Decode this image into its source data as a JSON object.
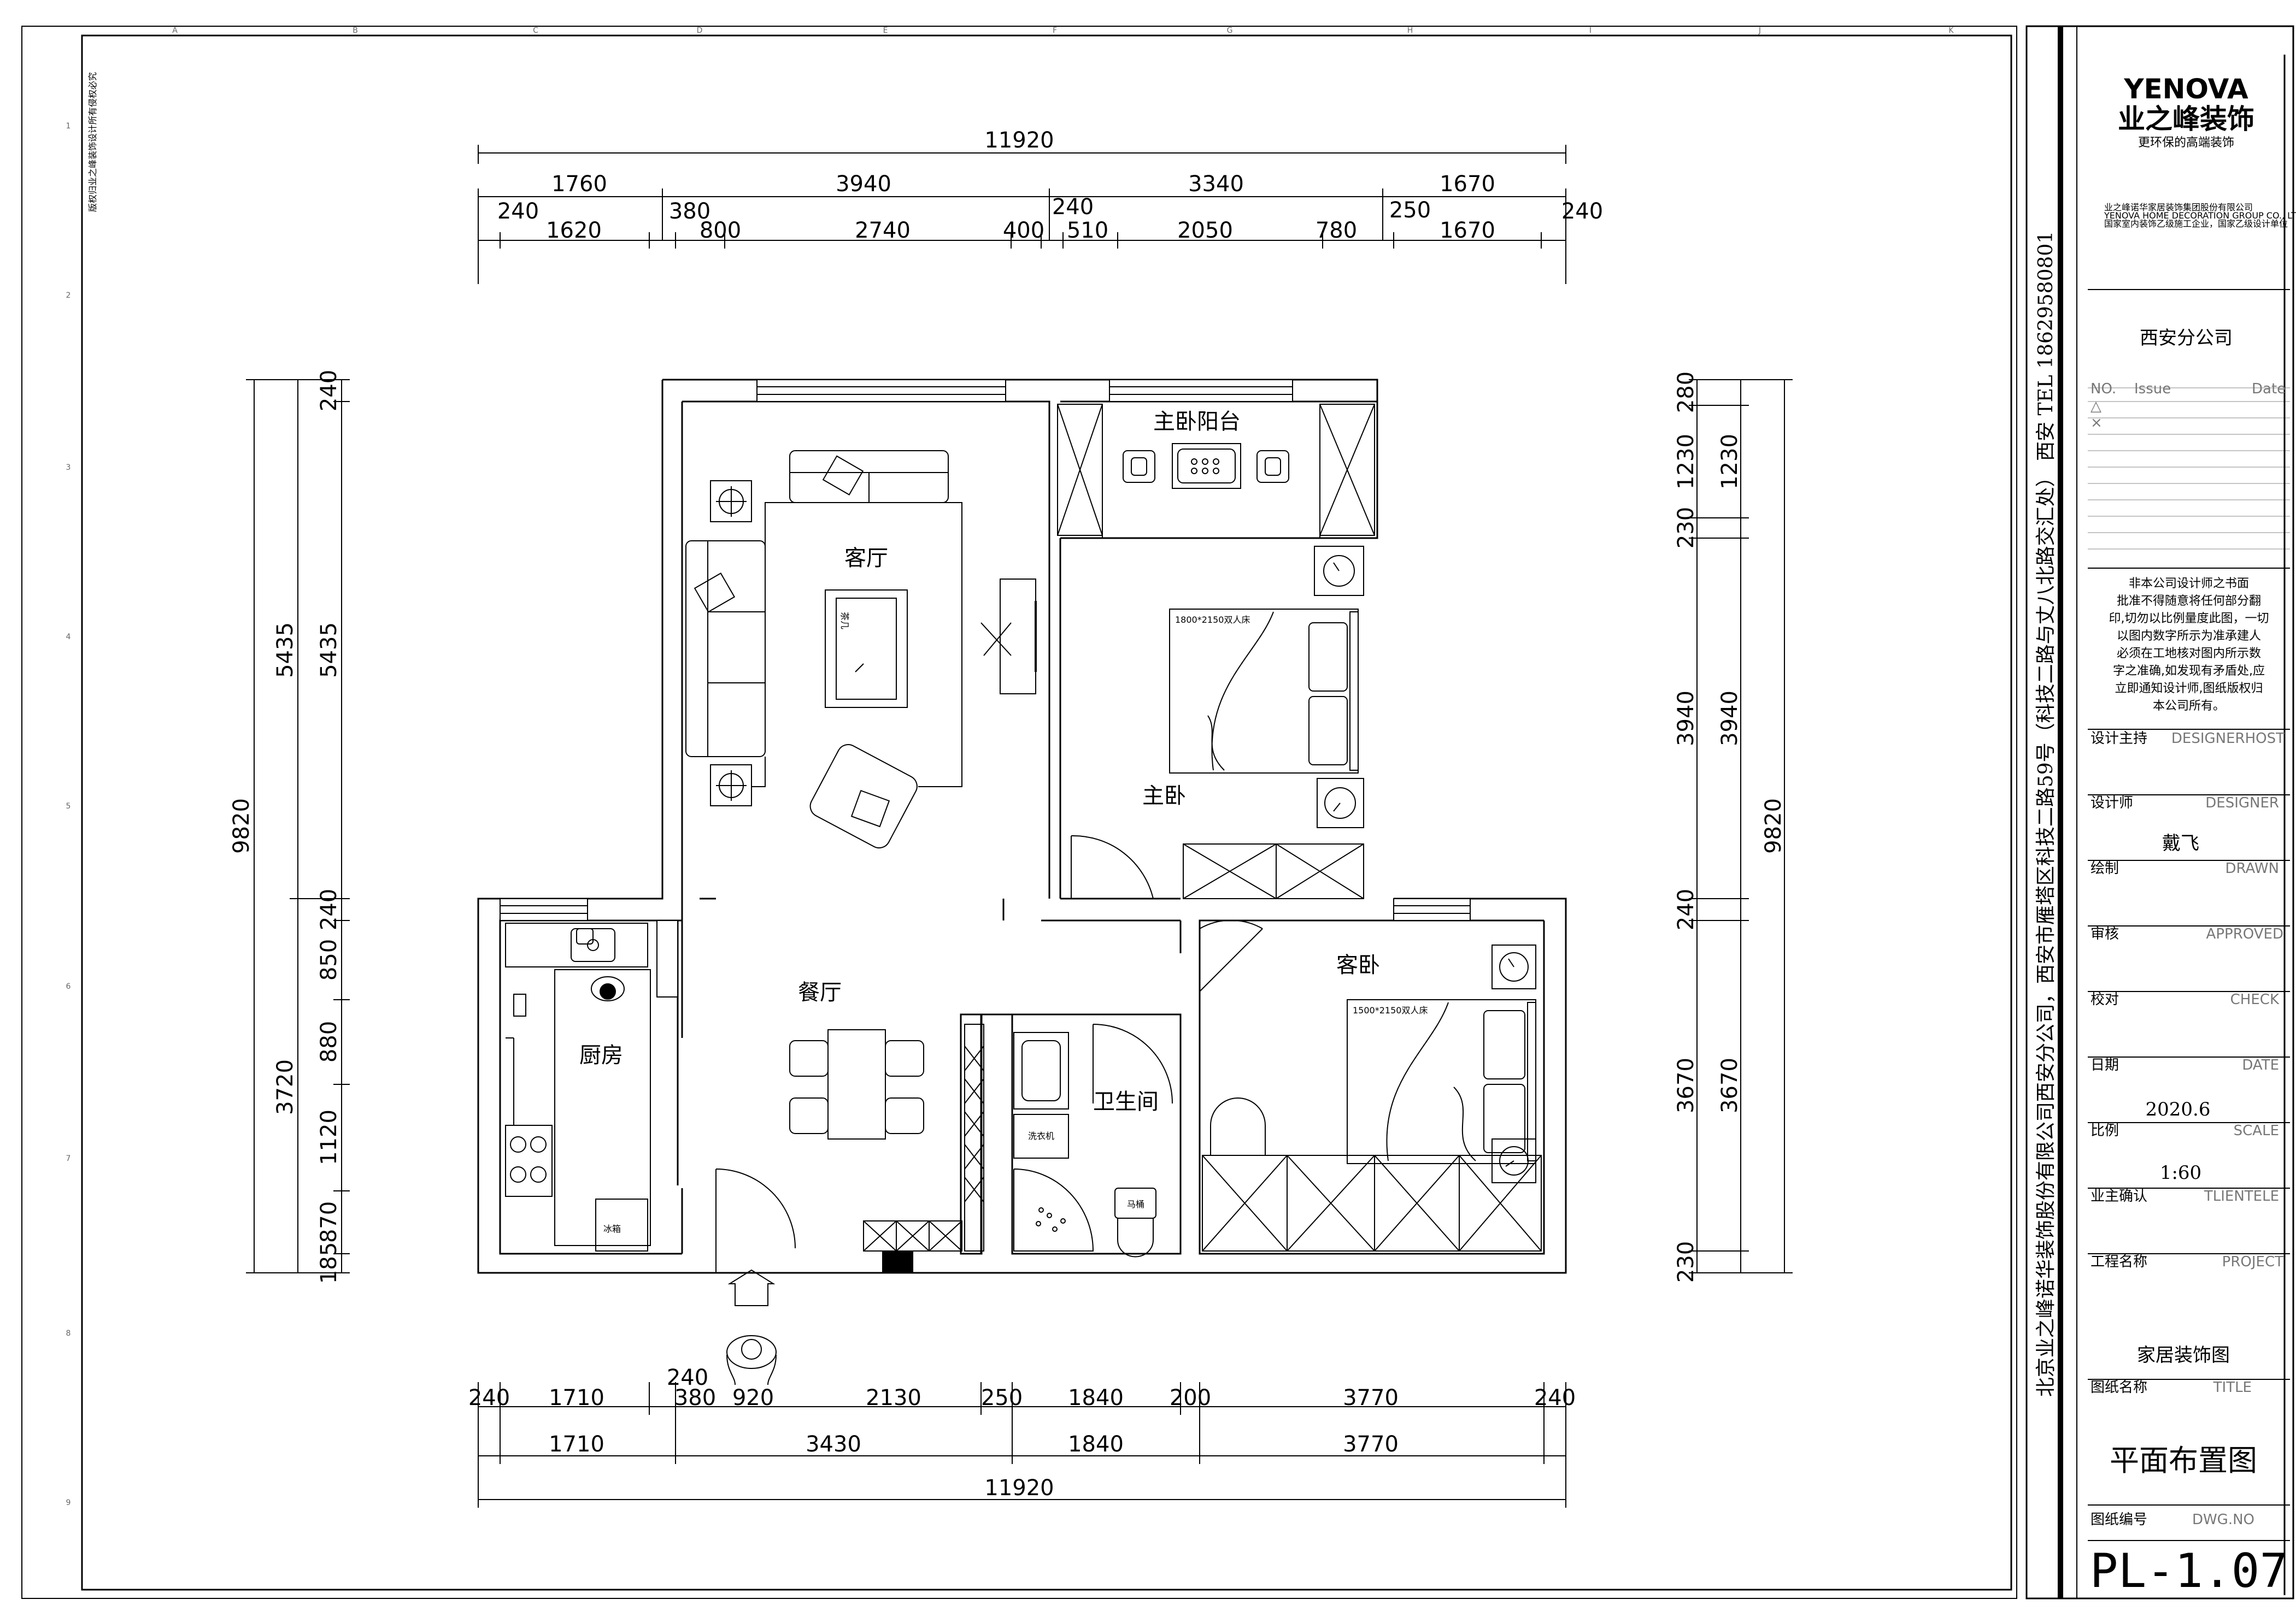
{
  "dims_top": {
    "overall": "11920",
    "row1": [
      "1760",
      "3940",
      "3340",
      "1670"
    ],
    "row2": [
      "240",
      "1620",
      "380",
      "800",
      "2740",
      "400",
      "240",
      "510",
      "2050",
      "780",
      "250",
      "1670",
      "240"
    ]
  },
  "dims_bottom": {
    "row1": [
      "240",
      "1710",
      "240",
      "380",
      "920",
      "2130",
      "250",
      "1840",
      "200",
      "3770",
      "240"
    ],
    "row2": [
      "1710",
      "3430",
      "1840",
      "3770"
    ],
    "overall": "11920"
  },
  "dims_left": {
    "overall": "9820",
    "a": "5435",
    "b": "3720",
    "c": [
      "240",
      "5435",
      "240",
      "850",
      "880",
      "1120",
      "870",
      "185"
    ]
  },
  "dims_right": {
    "overall": "9820",
    "a": [
      "280",
      "1230",
      "230",
      "3940",
      "240",
      "3670",
      "230"
    ],
    "b": [
      "1230",
      "3940",
      "3670"
    ]
  },
  "rooms": {
    "living": "客厅",
    "master_balcony": "主卧阳台",
    "master_bedroom": "主卧",
    "guest_bedroom": "客卧",
    "dining": "餐厅",
    "kitchen": "厨房",
    "bathroom": "卫生间"
  },
  "furniture": {
    "tea_table": "茶几",
    "master_bed": "1800*2150双人床",
    "guest_bed": "1500*2150双人床",
    "fridge": "冰箱",
    "toilet": "马桶",
    "washer": "洗衣机"
  },
  "side_text": "版权归业之峰装饰设计所有侵权必究",
  "grid_cols": [
    "A",
    "B",
    "C",
    "D",
    "E",
    "F",
    "G",
    "H",
    "I",
    "J",
    "K"
  ],
  "grid_rows": [
    "1",
    "2",
    "3",
    "4",
    "5",
    "6",
    "7",
    "8",
    "9"
  ],
  "company_vertical": "北京业之峰诺华装饰股份有限公司西安分公司，西安市雁塔区科技二路59号（科技二路与丈八北路交汇处） 西安 TEL 18629580801",
  "title_block": {
    "brand_en": "YENOVA",
    "brand_cn": "业之峰装饰",
    "slogan": "更环保的高端装饰",
    "company_cn": "业之峰诺华家居装饰集团股份有限公司",
    "company_en": "YENOVA HOME DECORATION GROUP CO., LTD",
    "qualification": "国家室内装饰乙级施工企业，国家乙级设计单位",
    "branch": "西安分公司",
    "issue_header": [
      "NO.",
      "Issue",
      "Date"
    ],
    "issue_marks": [
      "△",
      "×"
    ],
    "notice": [
      "非本公司设计师之书面",
      "批准不得随意将任何部分翻",
      "印,切勿以比例量度此图，一切",
      "以图内数字所示为准承建人",
      "必须在工地核对图内所示数",
      "字之准确,如发现有矛盾处,应",
      "立即通知设计师,图纸版权归",
      "本公司所有。"
    ],
    "fields": [
      {
        "cn": "设计主持",
        "en": "DESIGNERHOST",
        "value": ""
      },
      {
        "cn": "设计师",
        "en": "DESIGNER",
        "value": "戴飞"
      },
      {
        "cn": "绘制",
        "en": "DRAWN",
        "value": ""
      },
      {
        "cn": "审核",
        "en": "APPROVED",
        "value": ""
      },
      {
        "cn": "校对",
        "en": "CHECK",
        "value": ""
      },
      {
        "cn": "日期",
        "en": "DATE",
        "value": "2020.6"
      },
      {
        "cn": "比例",
        "en": "SCALE",
        "value": "1:60"
      },
      {
        "cn": "业主确认",
        "en": "TLIENTELE",
        "value": ""
      },
      {
        "cn": "工程名称",
        "en": "PROJECT",
        "value": "家居装饰图"
      },
      {
        "cn": "图纸名称",
        "en": "TITLE",
        "value": "平面布置图"
      },
      {
        "cn": "图纸编号",
        "en": "DWG.NO",
        "value": "PL-1.07"
      }
    ]
  }
}
